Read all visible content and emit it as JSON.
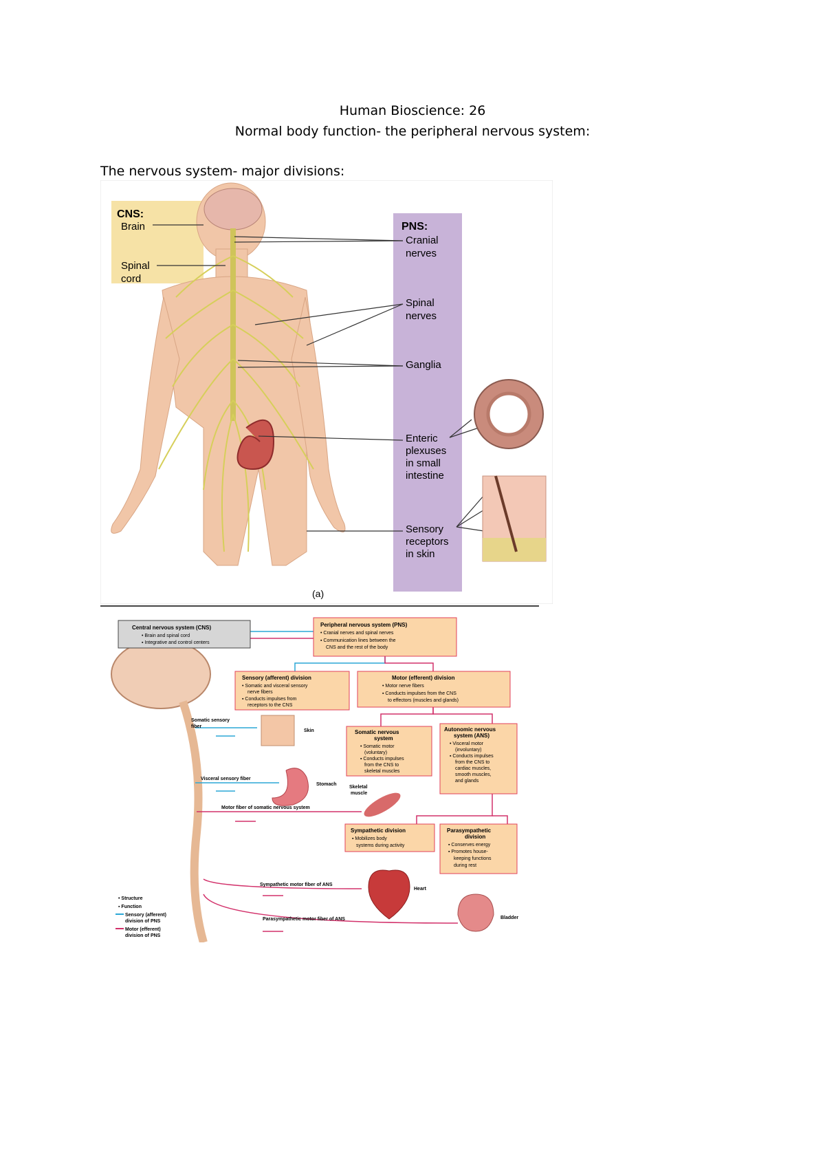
{
  "document": {
    "title_line1": "Human Bioscience: 26",
    "title_line2": "Normal body function- the peripheral nervous system:",
    "section_heading": "The nervous system- major divisions:"
  },
  "figure_a": {
    "cns": {
      "heading": "CNS:",
      "brain": "Brain",
      "spinal": [
        "Spinal",
        "cord"
      ]
    },
    "pns": {
      "heading": "PNS:",
      "cranial": [
        "Cranial",
        "nerves"
      ],
      "spinal": [
        "Spinal",
        "nerves"
      ],
      "ganglia": "Ganglia",
      "enteric": [
        "Enteric",
        "plexuses",
        "in small",
        "intestine"
      ],
      "sensory": [
        "Sensory",
        "receptors",
        "in skin"
      ]
    },
    "panel_label": "(a)",
    "colors": {
      "cns_box": "#f6e2a6",
      "pns_bar": "#c8b3d8",
      "nerve": "#d6cf5a",
      "skin": "#f1c6a8"
    }
  },
  "figure_b": {
    "cns_box": {
      "title": "Central nervous system (CNS)",
      "items": [
        "• Brain and spinal cord",
        "▪ Integrative and control centers"
      ]
    },
    "pns_box": {
      "title": "Peripheral nervous system (PNS)",
      "items": [
        "• Cranial nerves and spinal nerves",
        "▪ Communication lines between the",
        "CNS and the rest of the body"
      ]
    },
    "sensory_box": {
      "title": "Sensory (afferent) division",
      "items": [
        "• Somatic and visceral sensory",
        "nerve fibers",
        "▪ Conducts impulses from",
        "receptors to the CNS"
      ]
    },
    "motor_box": {
      "title": "Motor (efferent) division",
      "items": [
        "• Motor nerve fibers",
        "▪ Conducts impulses from the CNS",
        "to effectors (muscles and glands)"
      ]
    },
    "somatic_box": {
      "title": [
        "Somatic nervous",
        "system"
      ],
      "items": [
        "• Somatic motor",
        "(voluntary)",
        "▪ Conducts impulses",
        "from the CNS to",
        "skeletal muscles"
      ]
    },
    "ans_box": {
      "title": [
        "Autonomic nervous",
        "system (ANS)"
      ],
      "items": [
        "• Visceral motor",
        "(involuntary)",
        "▪ Conducts impulses",
        "from the CNS to",
        "cardiac muscles,",
        "smooth muscles,",
        "and glands"
      ]
    },
    "symp_box": {
      "title": "Sympathetic division",
      "items": [
        "▪ Mobilizes body",
        "systems during activity"
      ]
    },
    "para_box": {
      "title": [
        "Parasympathetic",
        "division"
      ],
      "items": [
        "▪ Conserves energy",
        "▪ Promotes house-",
        "keeping functions",
        "during rest"
      ]
    },
    "labels": {
      "somatic_sensory_fiber": [
        "Somatic sensory",
        "fiber"
      ],
      "skin": "Skin",
      "visceral_sensory_fiber": "Visceral sensory fiber",
      "stomach": "Stomach",
      "skeletal_muscle": [
        "Skeletal",
        "muscle"
      ],
      "motor_somatic": "Motor fiber of somatic nervous system",
      "sympathetic_fiber": "Sympathetic motor fiber of ANS",
      "heart": "Heart",
      "parasympathetic_fiber": "Parasympathetic motor fiber of ANS",
      "bladder": "Bladder"
    },
    "legend": [
      "• Structure",
      "▪ Function",
      "Sensory (afferent)",
      "division of PNS",
      "Motor (efferent)",
      "division of PNS"
    ],
    "colors": {
      "sensory": "#2aa7d6",
      "motor": "#d2306a",
      "box_fill": "#fbd6a8",
      "box_border": "#e0405a",
      "cns_fill": "#d6d6d6"
    }
  }
}
